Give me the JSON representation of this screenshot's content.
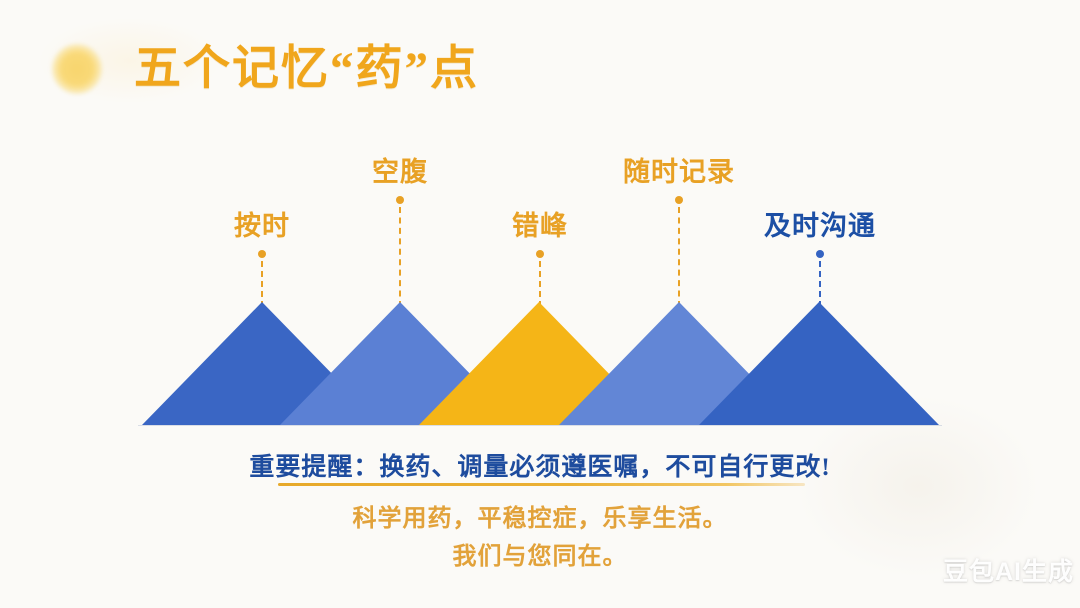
{
  "slide": {
    "title": "五个记忆“药”点",
    "title_color": "#f0a61c",
    "watermark": "豆包AI生成"
  },
  "peaks": [
    {
      "label": "按时",
      "label_color": "#e8a125",
      "line_color": "#e8a125",
      "triangle_color": "#3a66c4"
    },
    {
      "label": "空腹",
      "label_color": "#e8a125",
      "line_color": "#e8a125",
      "triangle_color": "#5b80d4"
    },
    {
      "label": "错峰",
      "label_color": "#e8a125",
      "line_color": "#e8a125",
      "triangle_color": "#f5b517"
    },
    {
      "label": "随时记录",
      "label_color": "#e8a125",
      "line_color": "#e8a125",
      "triangle_color": "#6286d6"
    },
    {
      "label": "及时沟通",
      "label_color": "#1c4fa5",
      "line_color": "#3563c2",
      "triangle_color": "#3563c2"
    }
  ],
  "footer": {
    "reminder": "重要提醒：换药、调量必须遵医嘱，不可自行更改!",
    "reminder_color": "#1e4c9e",
    "divider_color": "#e9ab23",
    "tagline": "科学用药，平稳控症，乐享生活。",
    "tagline_color": "#e2a23a",
    "closing": "我们与您同在。",
    "closing_color": "#e2a23a"
  }
}
